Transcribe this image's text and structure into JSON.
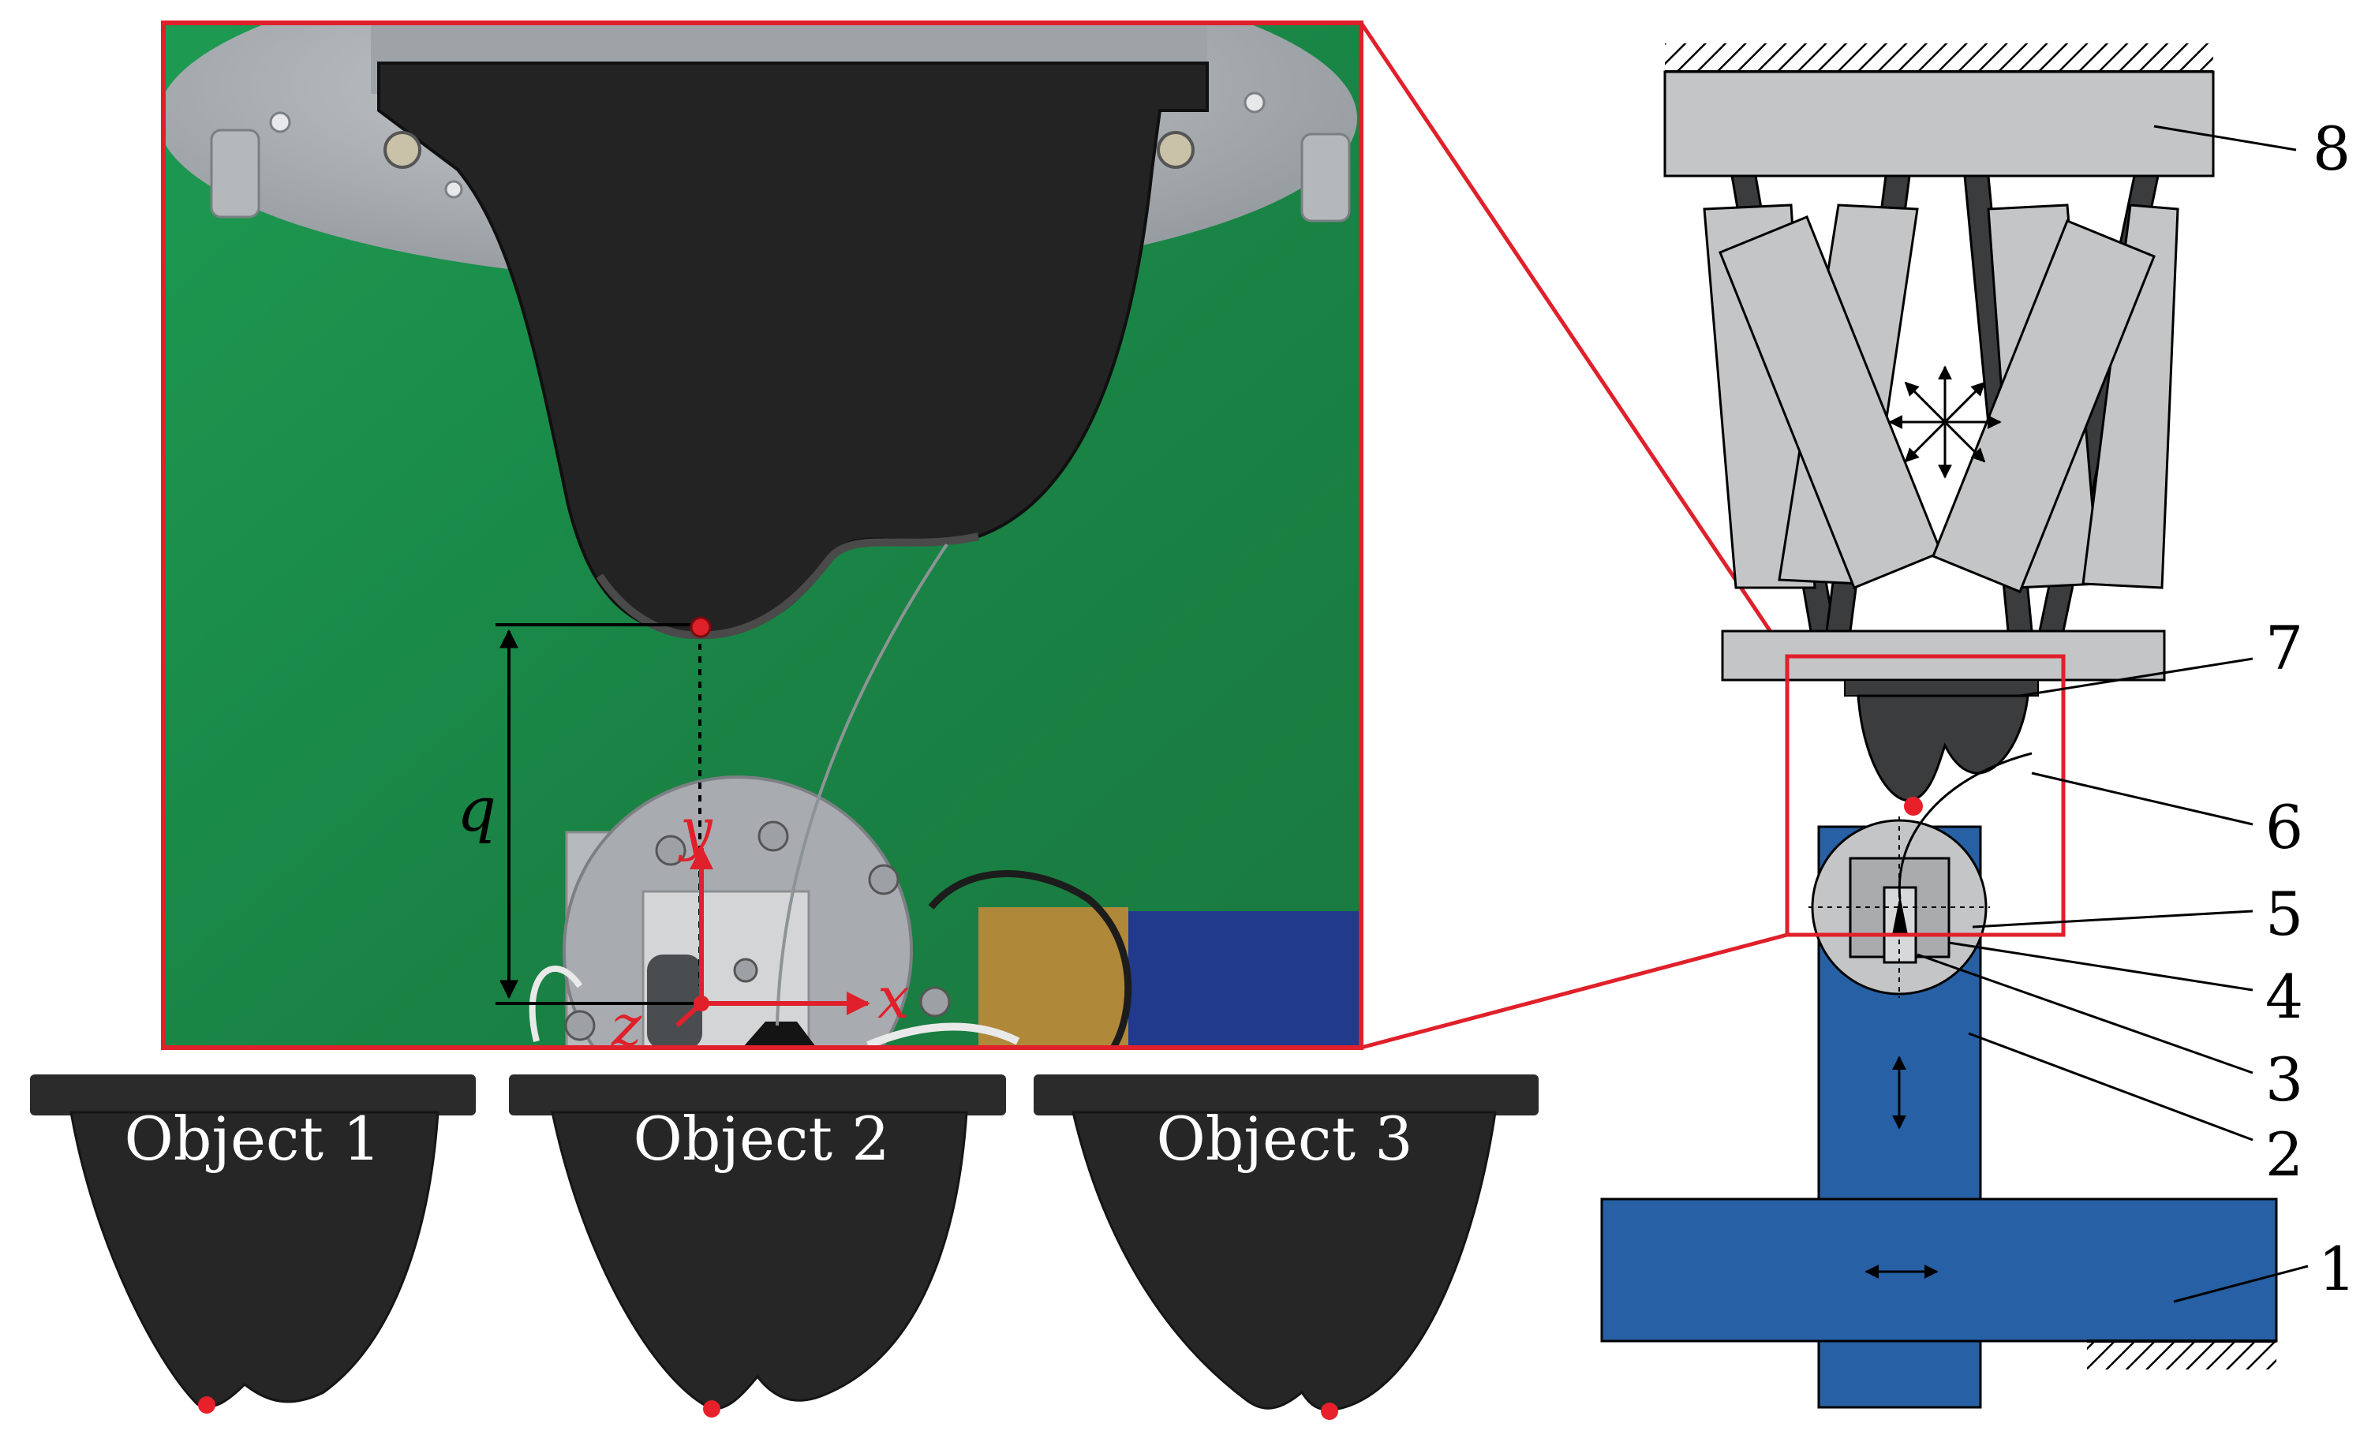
{
  "photo": {
    "q_label": "q",
    "axis_y": "y",
    "axis_x": "x",
    "axis_z": "z"
  },
  "objects": [
    {
      "label": "Object 1"
    },
    {
      "label": "Object 2"
    },
    {
      "label": "Object 3"
    }
  ],
  "schematic": {
    "callouts": [
      "8",
      "7",
      "6",
      "5",
      "4",
      "3",
      "2",
      "1"
    ]
  },
  "colors": {
    "highlight_red": "#e0202a",
    "contact_dot": "#e8202a",
    "gray_part": "#c3c5c6",
    "dark_part": "#3a3c3e",
    "blue_part": "#2760a4",
    "green_background": "#1f8a4a",
    "object_black": "#262626"
  }
}
